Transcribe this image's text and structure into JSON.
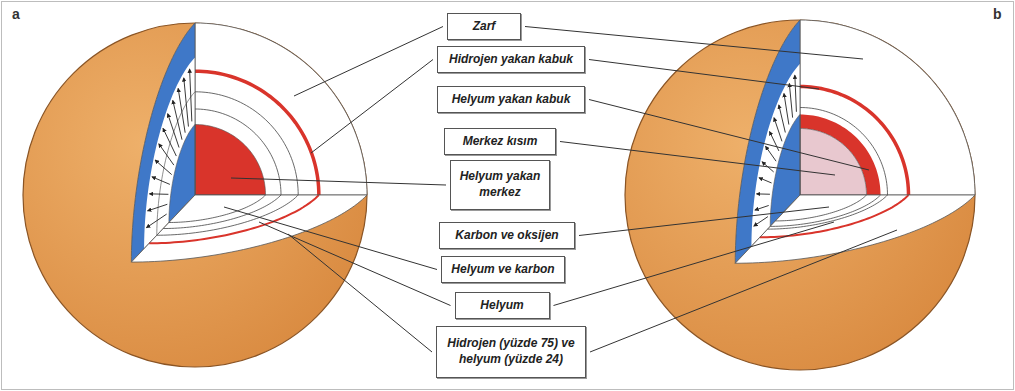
{
  "diagram": {
    "nodes": [
      {
        "text": [
          "Zarf"
        ]
      },
      {
        "text": [
          "Hidrojen yakan kabuk"
        ]
      },
      {
        "text": [
          "Helyum yakan kabuk"
        ]
      },
      {
        "text": [
          "Merkez kısım"
        ]
      },
      {
        "text": [
          "Helyum yakan merkez"
        ]
      },
      {
        "text": [
          "Karbon ve oksijen"
        ]
      },
      {
        "text": [
          "Helyum ve karbon"
        ]
      },
      {
        "text": [
          "Helyum"
        ]
      },
      {
        "text": [
          "Hidrojen (yüzde 75) ve helyum (yüzde 24)"
        ]
      }
    ],
    "labels": [
      "a",
      "b"
    ]
  }
}
